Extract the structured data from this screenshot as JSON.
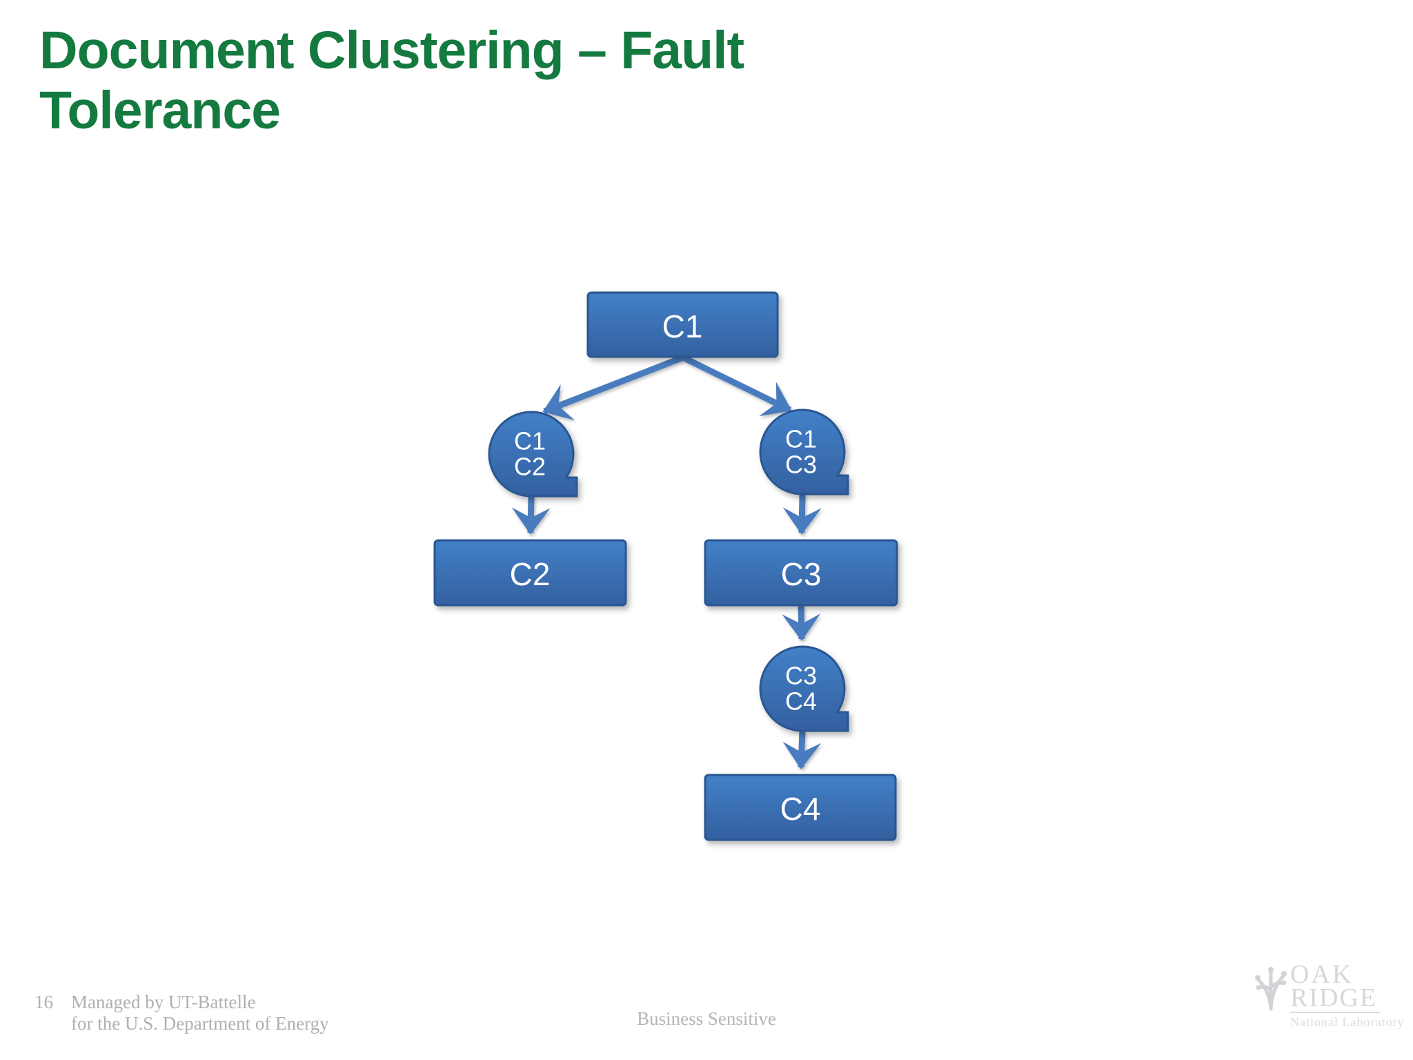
{
  "slide": {
    "page_number": "16",
    "title": {
      "line1": "Document Clustering – Fault",
      "line2": "Tolerance",
      "color": "#147a40"
    }
  },
  "diagram": {
    "type": "tree-flowchart",
    "colors": {
      "node_fill_top": "#4280c8",
      "node_fill_bottom": "#33609f",
      "node_border": "#2a5691",
      "arrow": "#4a7cbe",
      "node_text": "#ffffff"
    },
    "nodes": {
      "c1": {
        "shape": "rectangle",
        "label": "C1"
      },
      "c1c2": {
        "shape": "loop-circle",
        "line1": "C1",
        "line2": "C2"
      },
      "c1c3": {
        "shape": "loop-circle",
        "line1": "C1",
        "line2": "C3"
      },
      "c2": {
        "shape": "rectangle",
        "label": "C2"
      },
      "c3": {
        "shape": "rectangle",
        "label": "C3"
      },
      "c3c4": {
        "shape": "loop-circle",
        "line1": "C3",
        "line2": "C4"
      },
      "c4": {
        "shape": "rectangle",
        "label": "C4"
      }
    },
    "edges": [
      {
        "from": "C1",
        "to": "C1C2"
      },
      {
        "from": "C1",
        "to": "C1C3"
      },
      {
        "from": "C1C2",
        "to": "C2"
      },
      {
        "from": "C1C3",
        "to": "C3"
      },
      {
        "from": "C3",
        "to": "C3C4"
      },
      {
        "from": "C3C4",
        "to": "C4"
      }
    ]
  },
  "footer": {
    "managed_line1": "Managed by UT-Battelle",
    "managed_line2": "for the U.S. Department of Energy",
    "classification": "Business Sensitive",
    "logo": {
      "line1": "OAK",
      "line2": "RIDGE",
      "line3": "National Laboratory"
    }
  }
}
